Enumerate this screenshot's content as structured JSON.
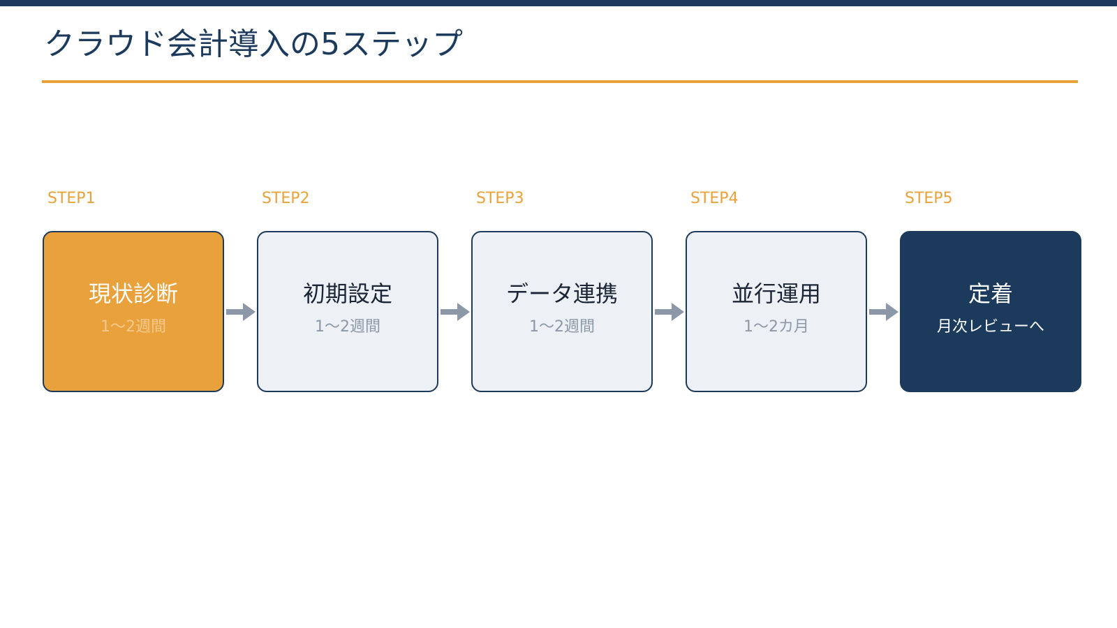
{
  "page": {
    "title": "クラウド会計導入の5ステップ"
  },
  "steps": [
    {
      "label": "STEP1",
      "name": "現状診断",
      "duration": "1～2週間"
    },
    {
      "label": "STEP2",
      "name": "初期設定",
      "duration": "1～2週間"
    },
    {
      "label": "STEP3",
      "name": "データ連携",
      "duration": "1～2週間"
    },
    {
      "label": "STEP4",
      "name": "並行運用",
      "duration": "1～2カ月"
    },
    {
      "label": "STEP5",
      "name": "定着",
      "duration": "月次レビューへ"
    }
  ],
  "colors": {
    "navy": "#1b3a5c",
    "accent_orange": "#e9a13b",
    "box_light": "#edf1f6",
    "arrow_gray": "#8c97a7"
  },
  "icons": {
    "connector": "right-arrow-icon"
  }
}
